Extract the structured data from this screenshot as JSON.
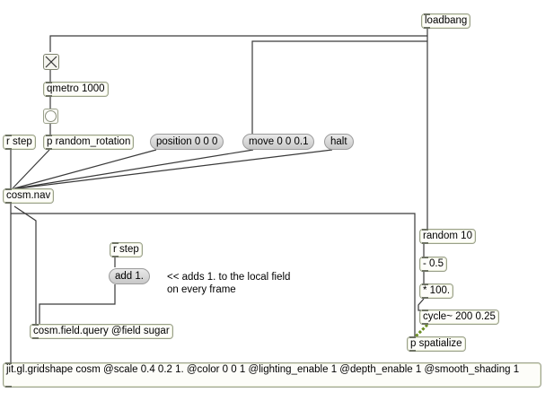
{
  "objects": {
    "loadbang": "loadbang",
    "qmetro": "qmetro 1000",
    "r_step": "r step",
    "p_random_rotation": "p random_rotation",
    "cosm_nav": "cosm.nav",
    "r_step_2": "r step",
    "cosm_field_query": "cosm.field.query @field sugar",
    "random": "random 10",
    "minus": "- 0.5",
    "times": "* 100.",
    "cycle": "cycle~ 200 0.25",
    "p_spatialize": "p spatialize",
    "gridshape": "jit.gl.gridshape cosm @scale 0.4 0.2 1. @color 0 0 1 @lighting_enable 1 @depth_enable 1 @smooth_shading 1"
  },
  "messages": {
    "position": "position 0 0 0",
    "move": "move 0 0 0.1",
    "halt": "halt",
    "add": "add 1."
  },
  "comments": {
    "add_note_line1": "<< adds 1. to the local field",
    "add_note_line2": "on every frame"
  },
  "icons": {
    "toggle": "toggle-x-icon",
    "bang": "bang-circle-icon"
  },
  "colors": {
    "patch_cord": "#3a3a3a",
    "signal_cord": "#6b8e23",
    "object_border": "#9aa08a",
    "message_fill": "#d6d6d6"
  }
}
